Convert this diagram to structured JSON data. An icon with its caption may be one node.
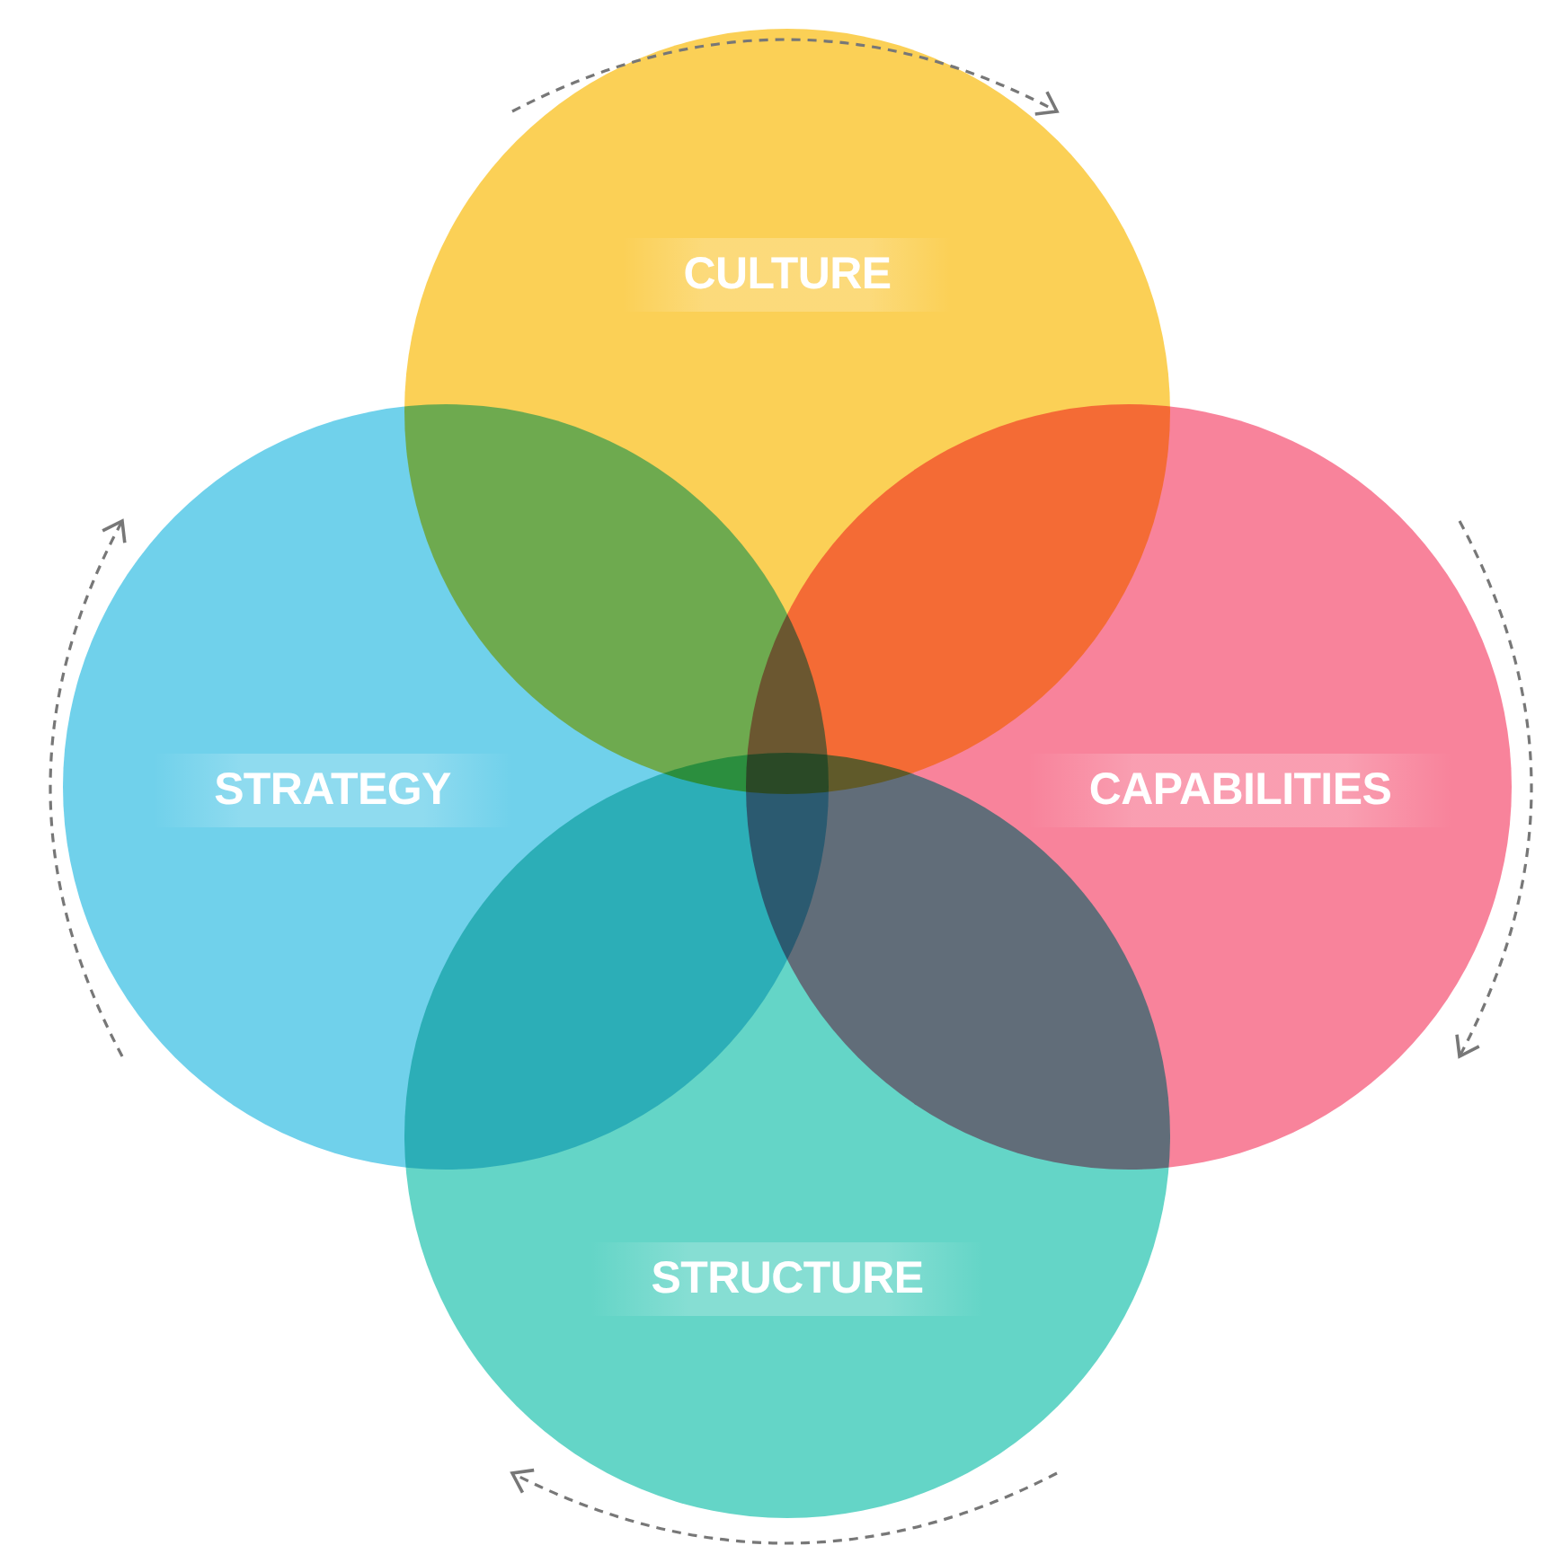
{
  "diagram": {
    "nodes": [
      {
        "text": [
          "CULTURE"
        ]
      },
      {
        "text": [
          "STRATEGY"
        ]
      },
      {
        "text": [
          "CAPABILITIES"
        ]
      },
      {
        "text": [
          "STRUCTURE"
        ]
      }
    ]
  }
}
